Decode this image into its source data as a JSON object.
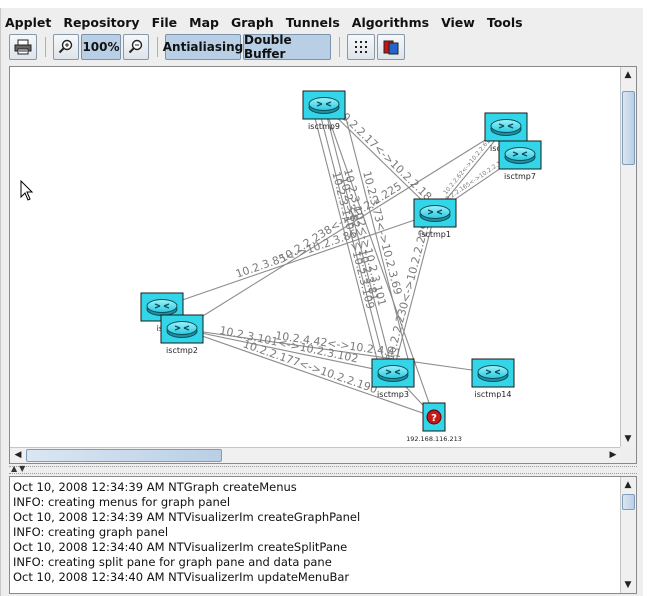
{
  "menubar": {
    "items": [
      "Applet",
      "Repository",
      "File",
      "Map",
      "Graph",
      "Tunnels",
      "Algorithms",
      "View",
      "Tools"
    ]
  },
  "toolbar": {
    "zoom_level": "100%",
    "antialiasing_label": "Antialiasing",
    "double_buffer_label": "Double Buffer",
    "print_icon": "printer-icon",
    "zoom_in_icon": "zoom-in-icon",
    "zoom_out_icon": "zoom-out-icon",
    "grid_icon": "grid-icon",
    "color_icon": "color-swap-icon"
  },
  "graph": {
    "nodes": [
      {
        "id": "isctmp9",
        "label": "isctmp9",
        "type": "router"
      },
      {
        "id": "isctmp8",
        "label": "isctmp8",
        "type": "router"
      },
      {
        "id": "isctmp7",
        "label": "isctmp7",
        "type": "router"
      },
      {
        "id": "isctmp1",
        "label": "isctmp1",
        "type": "router"
      },
      {
        "id": "isctmp_a",
        "label": "isc",
        "type": "router"
      },
      {
        "id": "isctmp2",
        "label": "isctmp2",
        "type": "router"
      },
      {
        "id": "isctmp3",
        "label": "isctmp3",
        "type": "router"
      },
      {
        "id": "isctmp14",
        "label": "isctmp14",
        "type": "router"
      },
      {
        "id": "unknown",
        "label": "192.168.116.213",
        "type": "unknown"
      }
    ],
    "edges": [
      {
        "from": "isctmp9",
        "to": "isctmp1",
        "label": "10.2.2.17<->10.2.2.18"
      },
      {
        "from": "isctmp9",
        "to": "isctmp3",
        "label": "10.2.3.102<->10.2.3.101"
      },
      {
        "from": "isctmp9",
        "to": "unknown",
        "label": ""
      },
      {
        "from": "isctmp1",
        "to": "isctmp8",
        "label": "10.2.2.62<->10.2.2.61"
      },
      {
        "from": "isctmp1",
        "to": "isctmp7",
        "label": "10.2.2.165<->10.2.2.166"
      },
      {
        "from": "isctmp1",
        "to": "isctmp3",
        "label": "10.2.2.230<->10.2.2.229"
      },
      {
        "from": "isctmp1",
        "to": "isctmp_a",
        "label": "10.2.3.85<->10.2.3.86"
      },
      {
        "from": "isctmp8",
        "to": "isctmp2",
        "label": "10.2.2.238<->10.2.2.225"
      },
      {
        "from": "isctmp2",
        "to": "isctmp14",
        "label": "10.2.4.42<->10.2.4.41"
      },
      {
        "from": "isctmp2",
        "to": "isctmp3",
        "label": "10.2.3.101<->10.2.3.102"
      },
      {
        "from": "isctmp2",
        "to": "unknown",
        "label": "10.2.2.177<->10.2.2.190"
      },
      {
        "from": "isctmp3",
        "to": "isctmp9",
        "label": "10.2.3.82<->10.2.3.81"
      },
      {
        "from": "isctmp3",
        "to": "unknown",
        "label": ""
      },
      {
        "from": "isctmp9",
        "to": "isctmp3",
        "label": "10.2.3.110<->10.2.3.109"
      },
      {
        "from": "isctmp9",
        "to": "isctmp3",
        "label": "10.2.3.73<->10.2.3.69"
      }
    ]
  },
  "log": {
    "lines": [
      "Oct 10, 2008 12:34:39 AM NTGraph createMenus",
      "INFO: creating menus for graph panel",
      "Oct 10, 2008 12:34:39 AM NTVisualizerIm createGraphPanel",
      "INFO: creating graph panel",
      "Oct 10, 2008 12:34:40 AM NTVisualizerIm createSplitPane",
      "INFO: creating split pane for graph pane and data pane",
      "Oct 10, 2008 12:34:40 AM NTVisualizerIm updateMenuBar"
    ]
  },
  "figure_id": "205216",
  "colors": {
    "router_fill": "#33d6e8",
    "edge": "#8c8c8c",
    "edge_label": "#7a7a7a",
    "pressed_button": "#b8cfe5"
  }
}
